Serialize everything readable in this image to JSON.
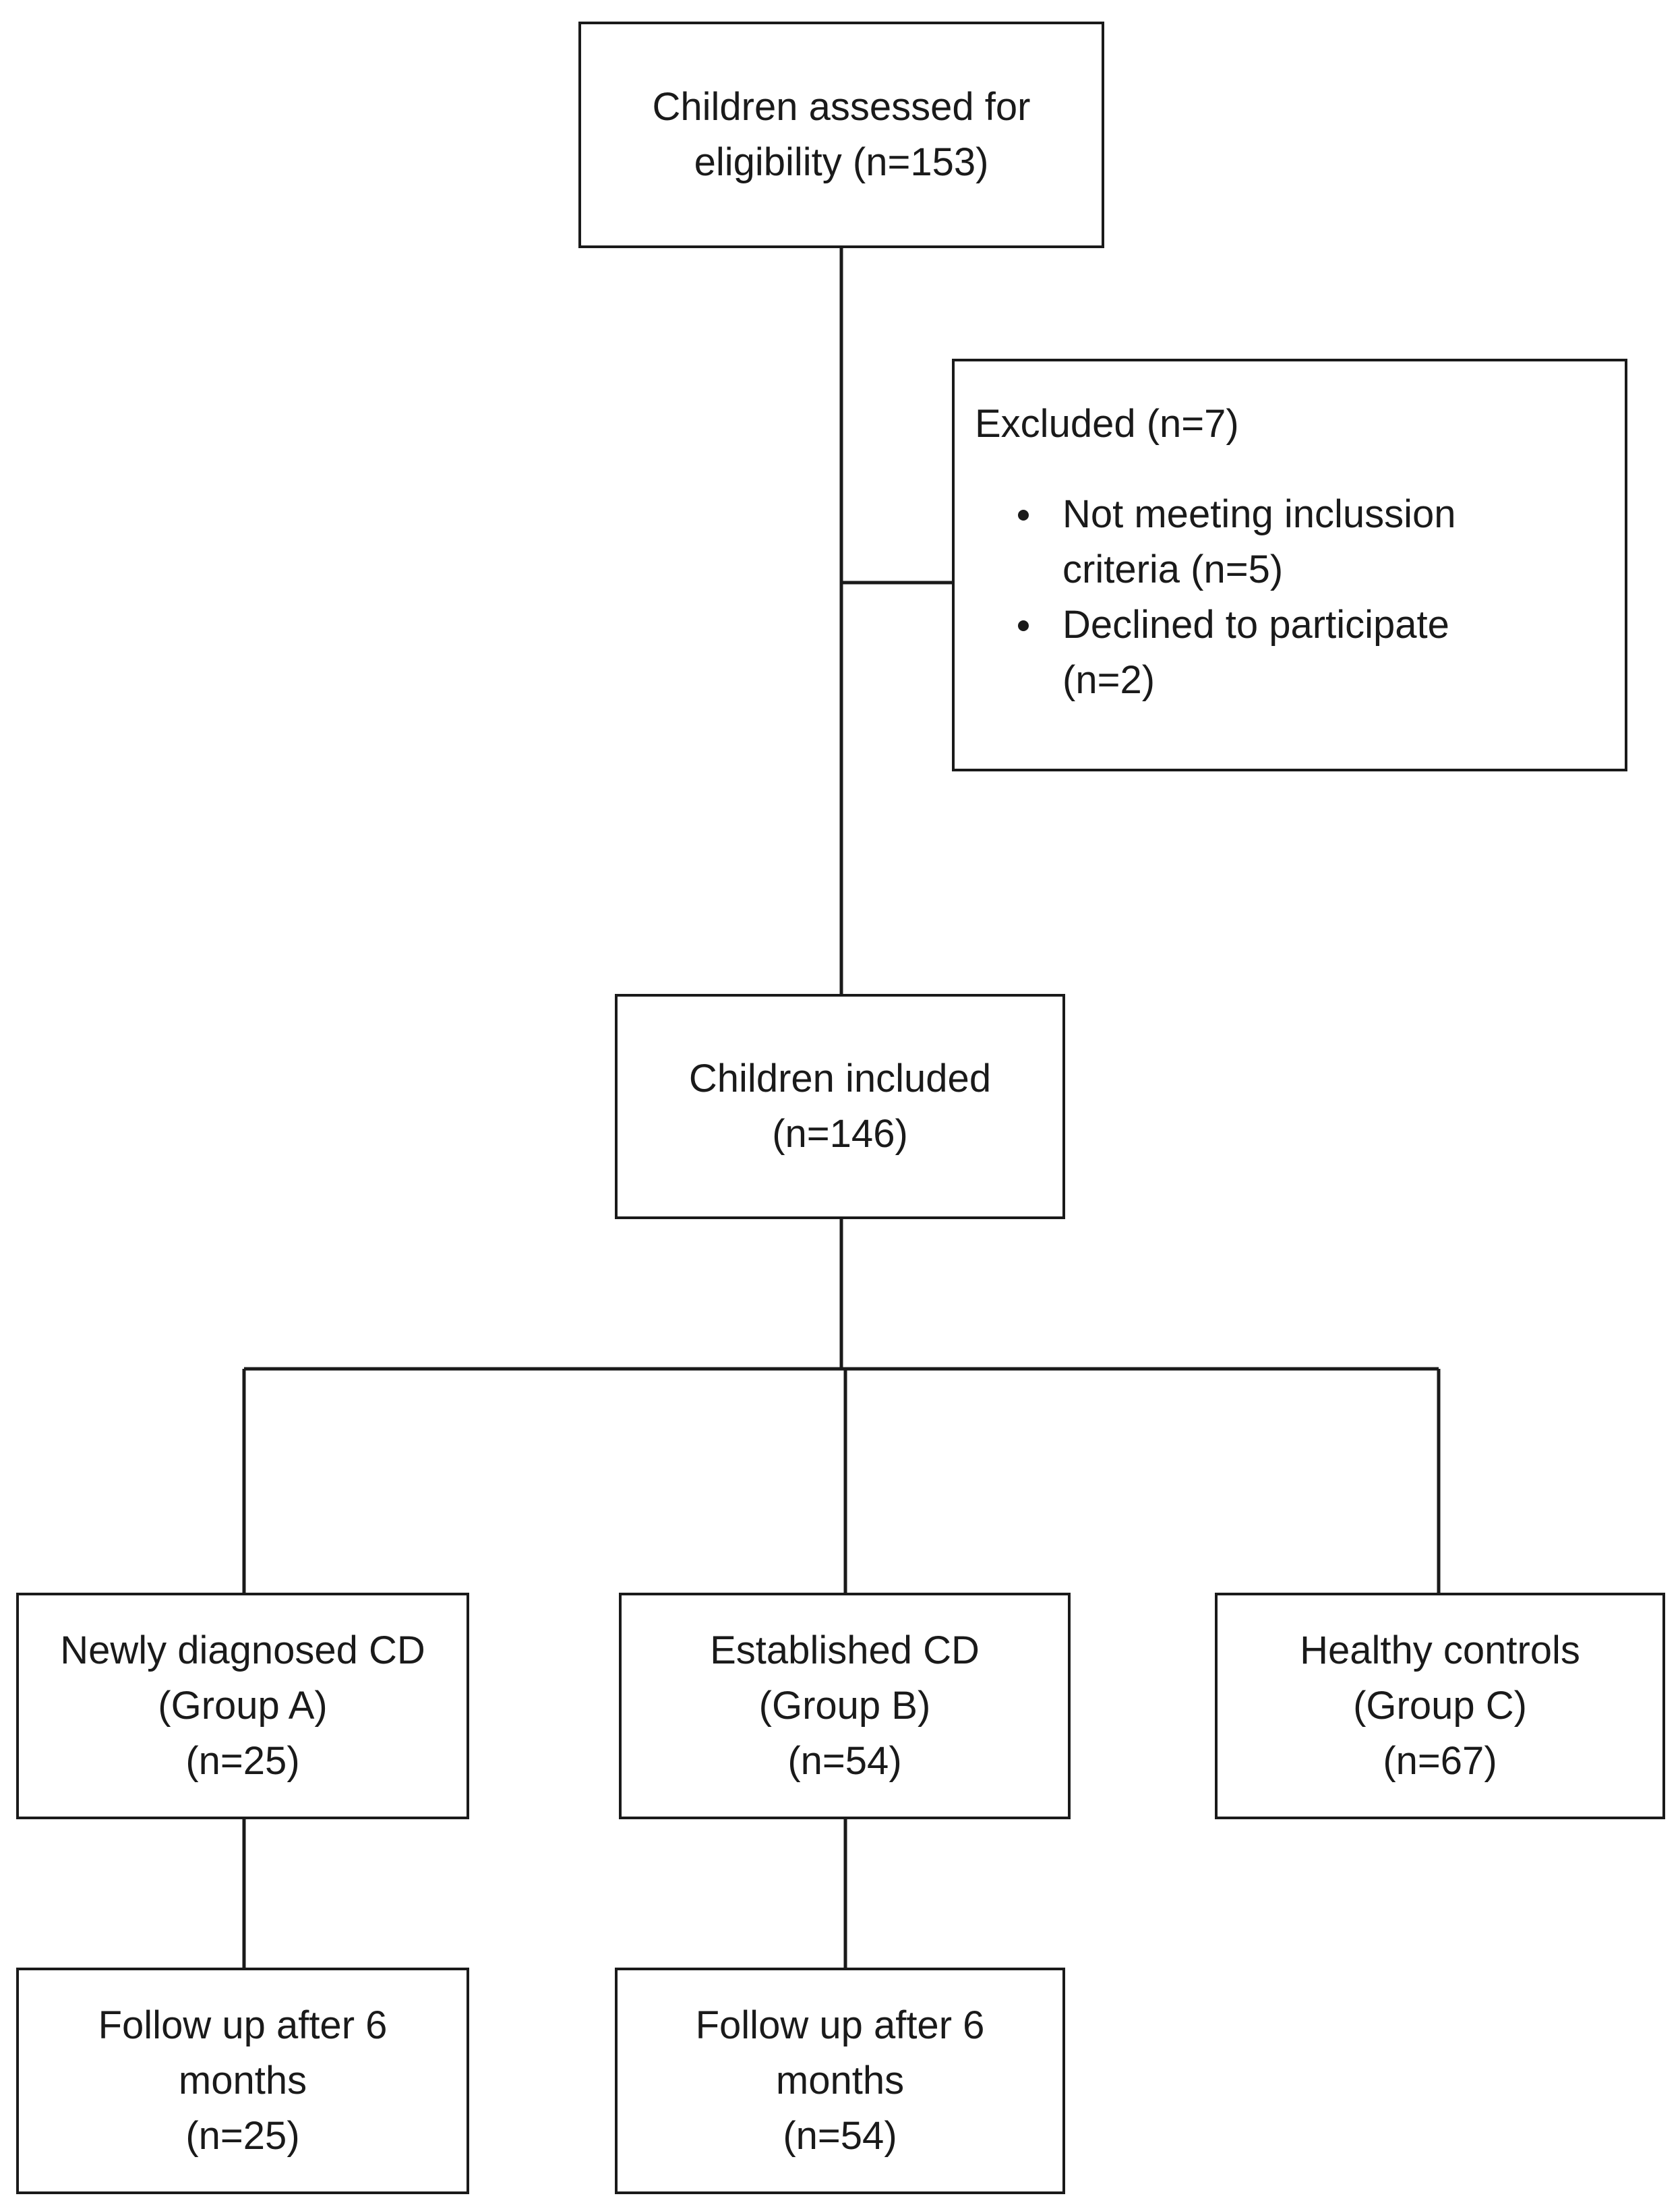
{
  "nodes": {
    "assessed": {
      "lines": [
        "Children assessed for",
        "eligibility (n=153)"
      ]
    },
    "excluded": {
      "title": "Excluded (n=7)",
      "bullets": [
        {
          "lines": [
            "Not meeting inclussion",
            "criteria (n=5)"
          ]
        },
        {
          "lines": [
            "Declined to participate",
            "(n=2)"
          ]
        }
      ]
    },
    "included": {
      "lines": [
        "Children included",
        "(n=146)"
      ]
    },
    "group_a": {
      "lines": [
        "Newly diagnosed CD",
        "(Group A)",
        "(n=25)"
      ]
    },
    "group_b": {
      "lines": [
        "Established CD",
        "(Group B)",
        "(n=54)"
      ]
    },
    "group_c": {
      "lines": [
        "Healthy controls",
        "(Group C)",
        "(n=67)"
      ]
    },
    "followup_a": {
      "lines": [
        "Follow up after 6",
        "months",
        "(n=25)"
      ]
    },
    "followup_b": {
      "lines": [
        "Follow up after 6",
        "months",
        "(n=54)"
      ]
    }
  },
  "colors": {
    "stroke": "#1a1a1a",
    "background": "#ffffff"
  }
}
